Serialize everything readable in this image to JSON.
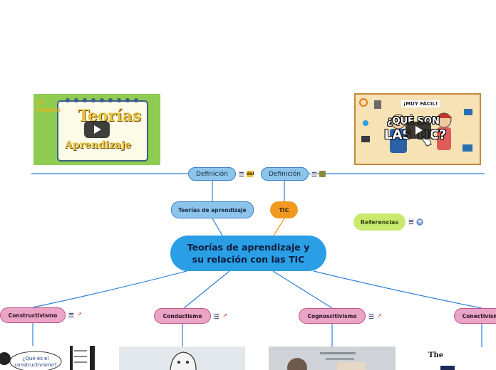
{
  "central_topic": "Teorías de aprendizaje y su relación con las TIC",
  "subtopics": {
    "teorias": "Teorías de aprendizaje",
    "tic": "TIC",
    "definicion_left": "Definición",
    "definicion_right": "Definición",
    "referencias": "Referencias"
  },
  "branches": [
    {
      "label": "Constructivismo"
    },
    {
      "label": "Conductismo"
    },
    {
      "label": "Cognoscitivismo"
    },
    {
      "label": "Conectivismo"
    }
  ],
  "thumbnails": {
    "left_title_line1": "Teorías",
    "left_title_line2": "Aprendizaje",
    "left_corner": "El Kamas",
    "right_banner": "¡MUY FÁCIL!",
    "right_line1": "¿QUÉ SON",
    "right_line2": "LAS TIC?"
  },
  "bottom_images": {
    "constructivismo_bubble": "¿Qué es el constructivismo?",
    "conectivismo_text": "The"
  },
  "badges": {
    "def_left": "dol",
    "branch_link": "↗"
  },
  "colors": {
    "central": "#2a9fe6",
    "subtopic_blue": "#8cc4ea",
    "tic": "#f19a1f",
    "referencias": "#c9ea6e",
    "branch_pink": "#e9a4c6",
    "connector": "#2f7fd8"
  }
}
